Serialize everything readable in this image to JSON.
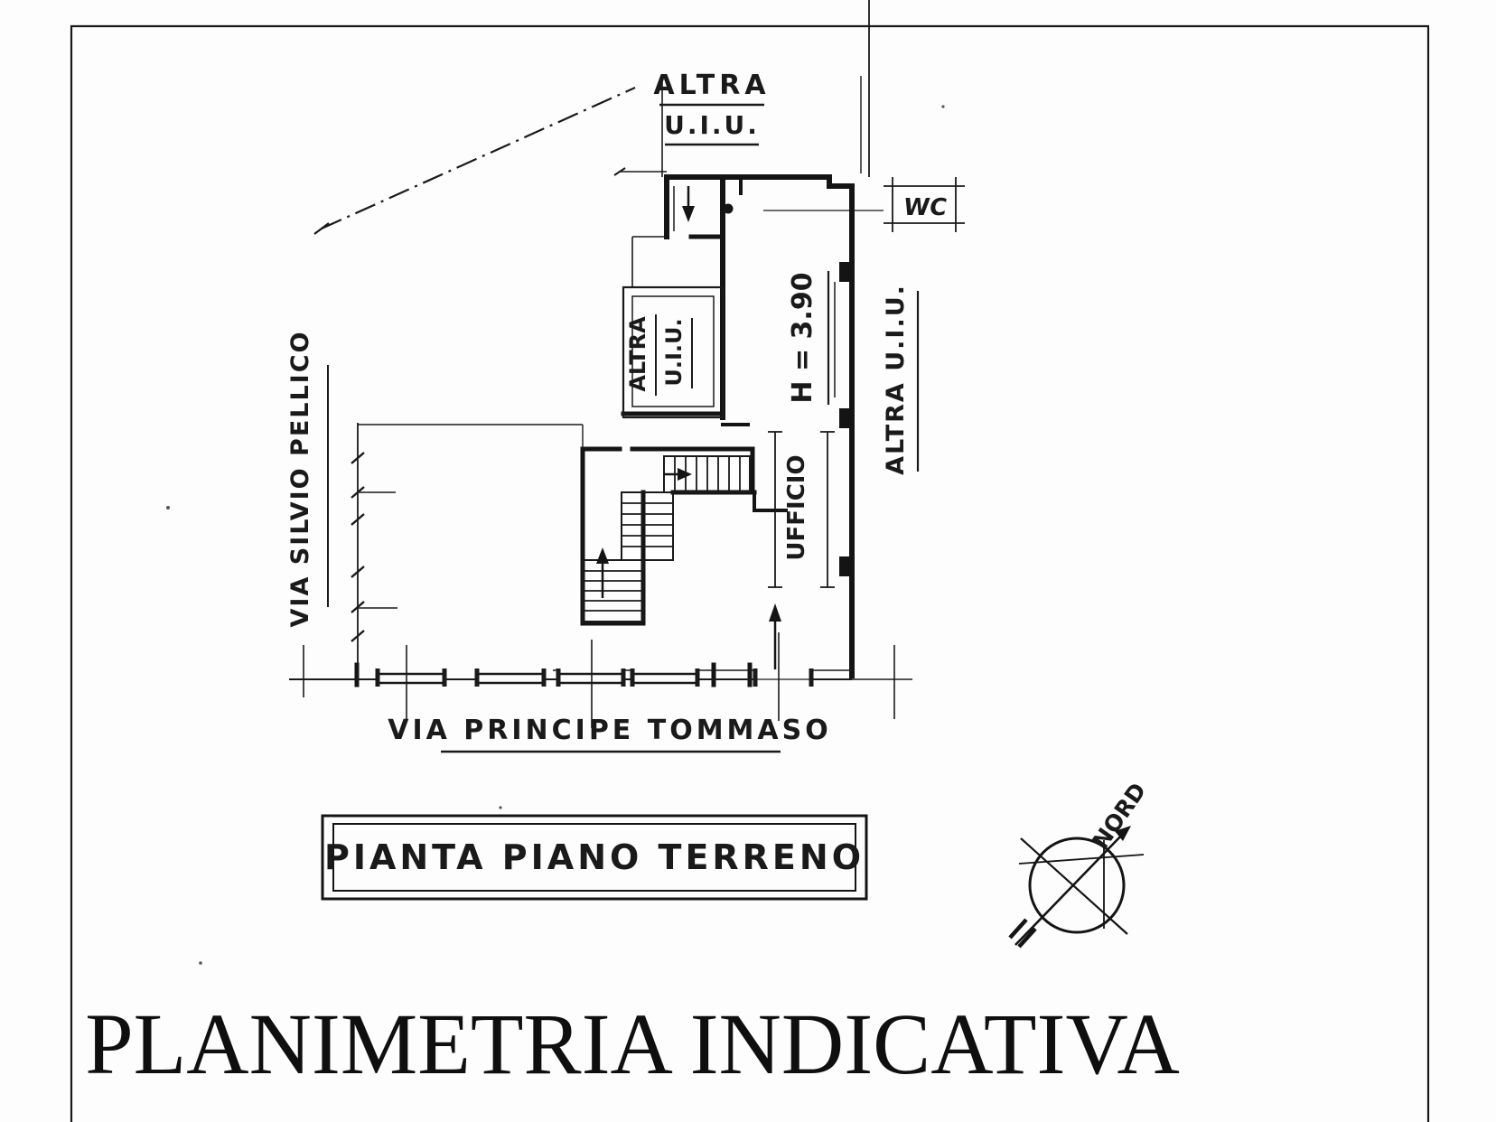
{
  "document": {
    "title": "PLANIMETRIA INDICATIVA",
    "caption": "PIANTA PIANO TERRENO"
  },
  "plan": {
    "labels": {
      "altra_uiu_top": {
        "line1": "ALTRA",
        "line2": "U.I.U."
      },
      "wc": "WC",
      "altra_uiu_inner": {
        "line1": "ALTRA",
        "line2": "U.I.U."
      },
      "height_note": "H = 3.90",
      "altra_uiu_right": "ALTRA U.I.U.",
      "ufficio": "UFFICIO",
      "street_left": "VIA SILVIO PELLICO",
      "street_bottom": "VIA PRINCIPE TOMMASO",
      "north": "NORD"
    }
  },
  "colors": {
    "ink": "#1a1a1a",
    "paper": "#fdfdfd"
  }
}
